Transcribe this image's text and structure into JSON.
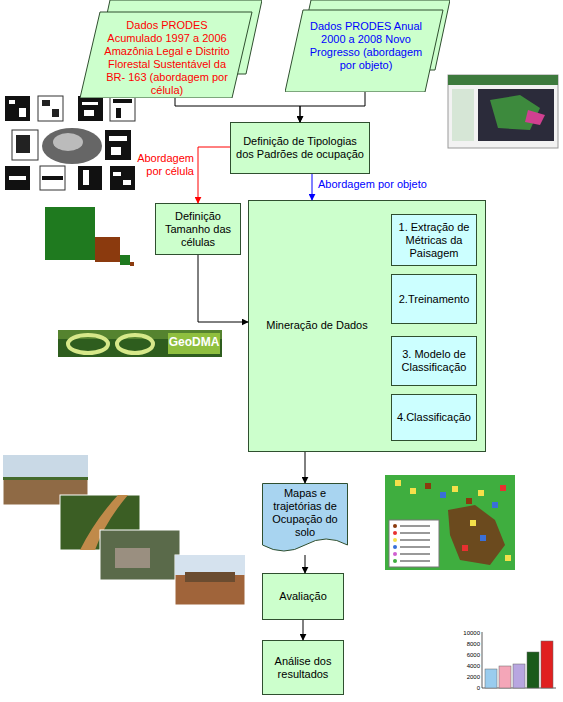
{
  "diagram": {
    "nodes": [
      {
        "text": [
          "Dados PRODES Acumulado 1997 a 2006 Amazônia Legal e Distrito Florestal Sustentável da BR- 163 (abordagem por célula)"
        ]
      },
      {
        "text": [
          "Dados PRODES Anual 2000 a 2008 Novo Progresso (abordagem por objeto)"
        ]
      },
      {
        "text": [
          "Definição de Tipologias dos Padrões de ocupação"
        ]
      },
      {
        "text": [
          "Definição Tamanho das células"
        ]
      },
      {
        "text": [
          "Mineração de Dados"
        ]
      },
      {
        "text": [
          "1. Extração de Métricas da Paisagem"
        ],
        "in": 4
      },
      {
        "text": [
          "2.Treinamento"
        ],
        "in": 4
      },
      {
        "text": [
          "3. Modelo de Classificação"
        ],
        "in": 4
      },
      {
        "text": [
          "4.Classificação"
        ],
        "in": 4
      },
      {
        "text": [
          "Mapas e trajetórias de Ocupação do solo"
        ]
      },
      {
        "text": [
          "Avaliação"
        ]
      },
      {
        "text": [
          "Análise dos resultados"
        ]
      }
    ],
    "edges": [
      {
        "from": 0,
        "to": 2,
        "arrow": "to"
      },
      {
        "from": 1,
        "to": 2,
        "arrow": "to"
      },
      {
        "from": 2,
        "to": 3,
        "label": "Abordagem por célula",
        "arrow": "to"
      },
      {
        "from": 2,
        "to": 4,
        "label": "Abordagem por objeto",
        "arrow": "to"
      },
      {
        "from": 3,
        "to": 4,
        "arrow": "to"
      },
      {
        "from": 4,
        "to": 9,
        "arrow": "to"
      },
      {
        "from": 9,
        "to": 10,
        "arrow": "to"
      },
      {
        "from": 10,
        "to": 11,
        "arrow": "to"
      }
    ],
    "labels": [
      "GeoDMA",
      "10000",
      "8000",
      "6000",
      "4000",
      "2000",
      "0"
    ]
  }
}
